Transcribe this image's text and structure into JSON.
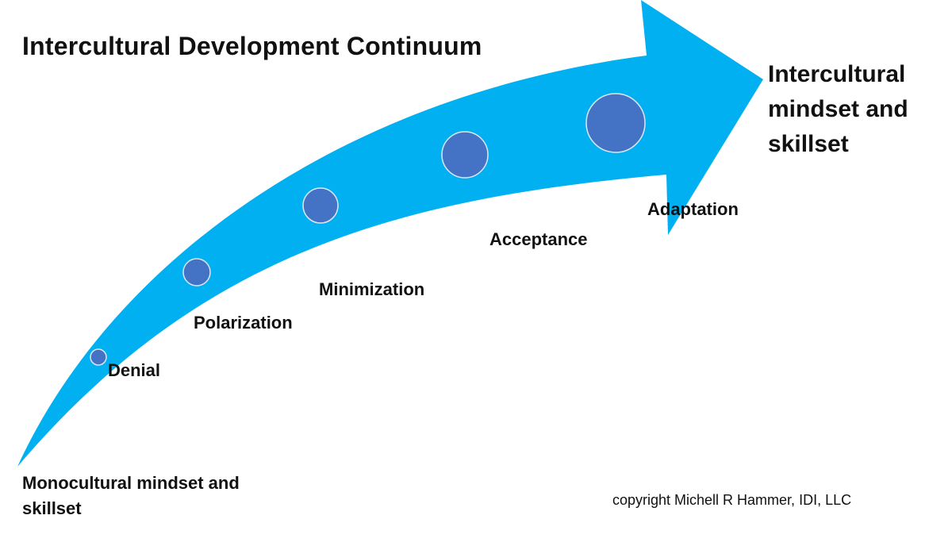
{
  "title": "Intercultural Development Continuum",
  "start_label": "Monocultural mindset and skillset",
  "end_label": "Intercultural mindset and skillset",
  "stages": [
    {
      "name": "Denial"
    },
    {
      "name": "Polarization"
    },
    {
      "name": "Minimization"
    },
    {
      "name": "Acceptance"
    },
    {
      "name": "Adaptation"
    }
  ],
  "copyright": "copyright Michell R Hammer, IDI, LLC",
  "colors": {
    "arrow": "#00B0F0",
    "circle_fill": "#4472C4",
    "circle_stroke": "#DCE6F5",
    "text": "#111111"
  }
}
